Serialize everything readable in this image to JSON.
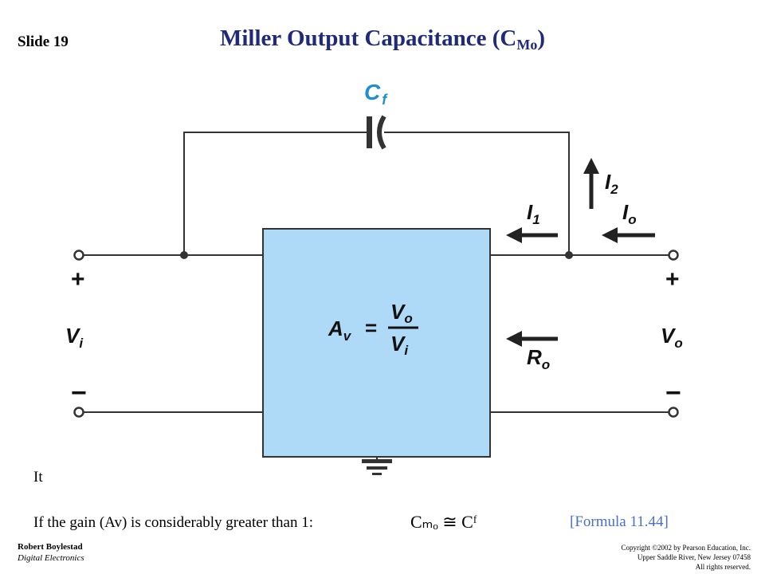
{
  "slide": {
    "label": "Slide 19",
    "title_main": "Miller Output Capacitance (C",
    "title_sub": "Mo",
    "title_end": ")"
  },
  "diagram": {
    "cap_label": "C",
    "cap_sub": "f",
    "gain_lhs": "A",
    "gain_lhs_sub": "v",
    "gain_eq": "=",
    "gain_num": "V",
    "gain_num_sub": "o",
    "gain_den": "V",
    "gain_den_sub": "i",
    "i1": "I",
    "i1_sub": "1",
    "i2": "I",
    "i2_sub": "2",
    "io": "I",
    "io_sub": "o",
    "ro": "R",
    "ro_sub": "o",
    "vi": "V",
    "vi_sub": "i",
    "vo": "V",
    "vo_sub": "o",
    "plus": "+",
    "minus": "−",
    "colors": {
      "box_fill": "#aedaf8",
      "cap_label": "#1f8fd0",
      "title": "#1f2b7a"
    }
  },
  "body": {
    "line1": "It",
    "line2": "If the gain (Av) is considerably greater than 1:",
    "formula": "Cₘₒ ≅ Cᶠ",
    "formula_ref": "[Formula 11.44]"
  },
  "footer": {
    "author": "Robert Boylestad",
    "book": "Digital Electronics",
    "copyright_1": "Copyright ©2002 by Pearson Education, Inc.",
    "copyright_2": "Upper Saddle River, New Jersey 07458",
    "copyright_3": "All rights reserved."
  }
}
